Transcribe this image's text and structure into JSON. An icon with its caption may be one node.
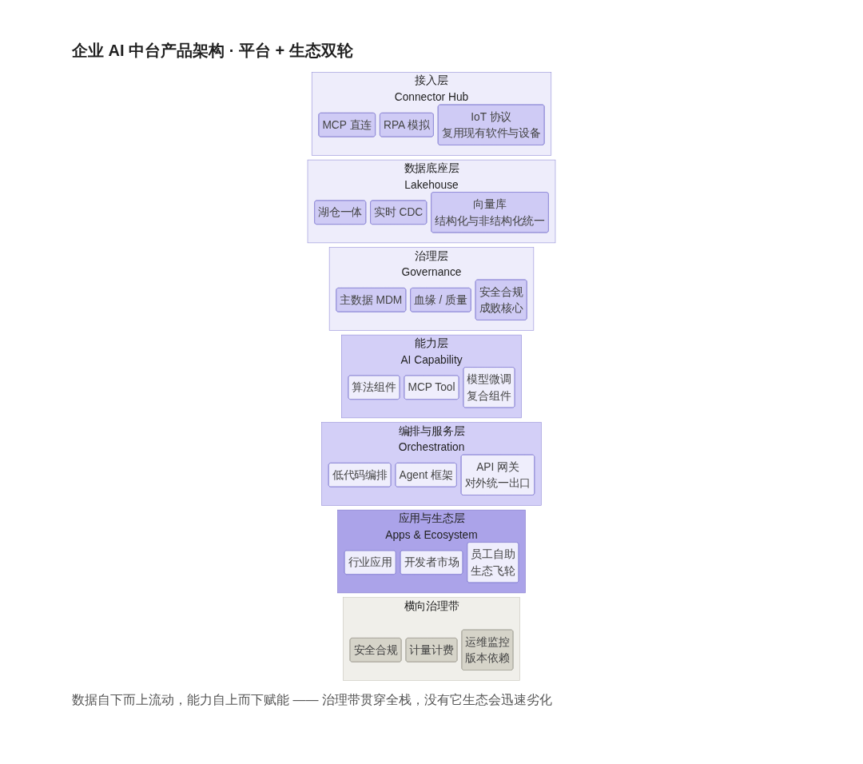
{
  "diagram": {
    "title": "企业 AI 中台产品架构 · 平台 + 生态双轮",
    "nodes": [
      {
        "text": [
          "接入层",
          "Connector Hub"
        ]
      },
      {
        "text": [
          "MCP 直连"
        ],
        "in": 0
      },
      {
        "text": [
          "RPA 模拟"
        ],
        "in": 0
      },
      {
        "text": [
          "IoT 协议",
          "复用现有软件与设备"
        ],
        "in": 0
      },
      {
        "text": [
          "数据底座层",
          "Lakehouse"
        ]
      },
      {
        "text": [
          "湖仓一体"
        ],
        "in": 4
      },
      {
        "text": [
          "实时 CDC"
        ],
        "in": 4
      },
      {
        "text": [
          "向量库",
          "结构化与非结构化统一"
        ],
        "in": 4
      },
      {
        "text": [
          "治理层",
          "Governance"
        ]
      },
      {
        "text": [
          "主数据 MDM"
        ],
        "in": 8
      },
      {
        "text": [
          "血缘 / 质量"
        ],
        "in": 8
      },
      {
        "text": [
          "安全合规",
          "成败核心"
        ],
        "in": 8
      },
      {
        "text": [
          "能力层",
          "AI Capability"
        ]
      },
      {
        "text": [
          "算法组件"
        ],
        "in": 12
      },
      {
        "text": [
          "MCP Tool"
        ],
        "in": 12
      },
      {
        "text": [
          "模型微调",
          "复合组件"
        ],
        "in": 12
      },
      {
        "text": [
          "编排与服务层",
          "Orchestration"
        ]
      },
      {
        "text": [
          "低代码编排"
        ],
        "in": 16
      },
      {
        "text": [
          "Agent 框架"
        ],
        "in": 16
      },
      {
        "text": [
          "API 网关",
          "对外统一出口"
        ],
        "in": 16
      },
      {
        "text": [
          "应用与生态层",
          "Apps & Ecosystem"
        ]
      },
      {
        "text": [
          "行业应用"
        ],
        "in": 20
      },
      {
        "text": [
          "开发者市场"
        ],
        "in": 20
      },
      {
        "text": [
          "员工自助",
          "生态飞轮"
        ],
        "in": 20
      },
      {
        "text": [
          "横向治理带"
        ]
      },
      {
        "text": [
          "安全合规"
        ],
        "in": 24
      },
      {
        "text": [
          "计量计费"
        ],
        "in": 24
      },
      {
        "text": [
          "运维监控",
          "版本依赖"
        ],
        "in": 24
      }
    ],
    "caption": "数据自下而上流动，能力自上而下赋能 —— 治理带贯穿全栈，没有它生态会迅速劣化"
  }
}
